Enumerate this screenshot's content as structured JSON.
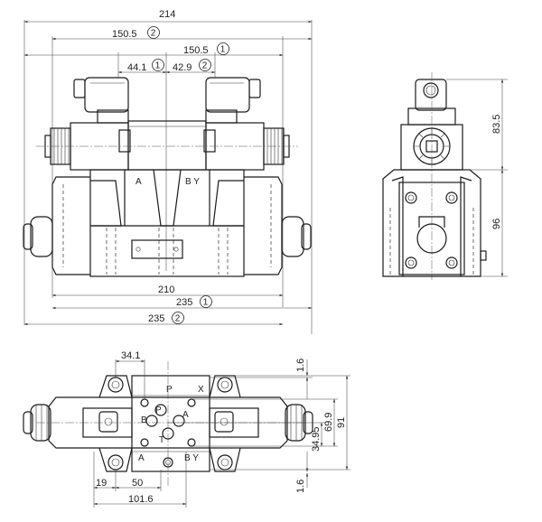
{
  "front_view": {
    "dims": {
      "overall_top": "214",
      "d150_5_a": "150.5",
      "d150_5_b": "150.5",
      "d44_1": "44.1",
      "d42_9": "42.9",
      "d210": "210",
      "d235_a": "235",
      "d235_b": "235"
    },
    "markers": {
      "m_150_5_a": "2",
      "m_150_5_b": "1",
      "m_44_1": "1",
      "m_42_9": "2",
      "m_235_a": "1",
      "m_235_b": "2"
    },
    "port_labels": {
      "a": "A",
      "by": "B Y"
    }
  },
  "side_view": {
    "dims": {
      "d83_5": "83.5",
      "d96": "96"
    }
  },
  "bottom_view": {
    "dims": {
      "d34_1": "34.1",
      "d1_6_top": "1.6",
      "d34_95": "34.95",
      "d69_9": "69.9",
      "d91": "91",
      "d1_6_bot": "1.6",
      "d19": "19",
      "d50": "50",
      "d101_6": "101.6"
    },
    "port_labels": {
      "p": "P",
      "x": "X",
      "a_left": "A",
      "by": "B Y",
      "b_pat": "B",
      "p_pat": "P",
      "a_pat": "A",
      "t_pat": "T"
    }
  }
}
